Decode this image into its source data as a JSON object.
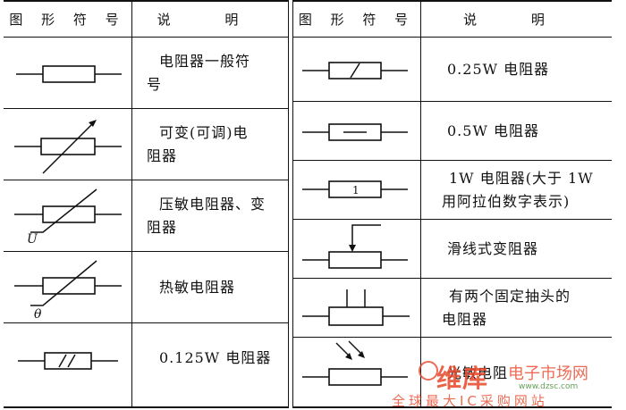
{
  "left_table": {
    "header": {
      "symbol": "图 形 符 号",
      "description": "说 明"
    },
    "rows": [
      {
        "symbol_name": "resistor-general-symbol",
        "description": "电阻器一般符号",
        "lines": [
          "电阻器一般符",
          "号"
        ]
      },
      {
        "symbol_name": "variable-resistor-symbol",
        "description": "可变(可调)电阻器",
        "lines": [
          "可变(可调)电",
          "阻器"
        ]
      },
      {
        "symbol_name": "varistor-symbol",
        "description": "压敏电阻器、变阻器",
        "lines": [
          "压敏电阻器、变",
          "阻器"
        ],
        "label": "U"
      },
      {
        "symbol_name": "thermistor-symbol",
        "description": "热敏电阻器",
        "lines": [
          "热敏电阻器"
        ],
        "label": "θ"
      },
      {
        "symbol_name": "resistor-0125w-symbol",
        "description": "0.125W 电阻器",
        "lines": [
          "0.125W 电阻器"
        ]
      }
    ]
  },
  "right_table": {
    "header": {
      "symbol": "图 形 符 号",
      "description": "说 明"
    },
    "rows": [
      {
        "symbol_name": "resistor-025w-symbol",
        "description": "0.25W 电阻器",
        "lines": [
          "0.25W 电阻器"
        ]
      },
      {
        "symbol_name": "resistor-05w-symbol",
        "description": "0.5W 电阻器",
        "lines": [
          "0.5W 电阻器"
        ]
      },
      {
        "symbol_name": "resistor-1w-symbol",
        "description": "1W 电阻器(大于1W用阿拉伯数字表示)",
        "lines": [
          "1W 电阻器(大于 1W",
          "用阿拉伯数字表示)"
        ],
        "label": "1"
      },
      {
        "symbol_name": "rheostat-symbol",
        "description": "滑线式变阻器",
        "lines": [
          "滑线式变阻器"
        ]
      },
      {
        "symbol_name": "tapped-resistor-symbol",
        "description": "有两个固定抽头的电阻器",
        "lines": [
          "有两个固定抽头的",
          "电阻器"
        ]
      },
      {
        "symbol_name": "photoresistor-symbol",
        "description": "光敏电阻",
        "lines": [
          "光敏电阻"
        ]
      }
    ]
  },
  "watermark": {
    "brand": "维库",
    "sub": "电子市场网",
    "url": "www.dzsc.com",
    "tagline": "全球最大IC采购网站"
  }
}
